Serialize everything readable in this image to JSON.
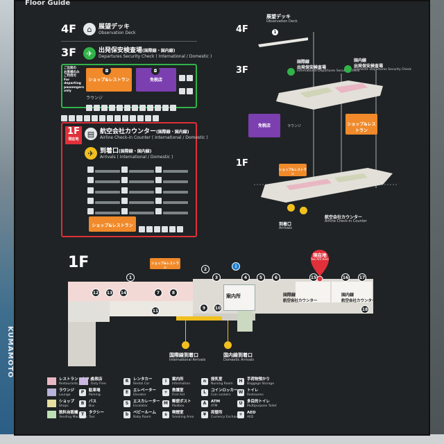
{
  "header": {
    "title": "Floor Guide"
  },
  "backdrop": {
    "side_text": "KUMAMOTO"
  },
  "legend": {
    "f4": {
      "floor": "4F",
      "jp": "展望デッキ",
      "en": "Observation Deck"
    },
    "f3": {
      "floor": "3F",
      "jp": "出発保安検査場",
      "jp_sub": "(国際線・国内線)",
      "en": "Departures Security Check",
      "en_sub": "( International / Domestic )",
      "shop_orange": "ショップ&レストラン",
      "shop_purple": "免税店",
      "lounge": "ラウンジ"
    },
    "f1": {
      "floor": "1F",
      "tag": "現在地",
      "checkin_jp": "航空会社カウンター",
      "checkin_jp_sub": "(国際線・国内線)",
      "checkin_en": "Airline Check-in Counter",
      "checkin_en_sub": "( International / Domestic )",
      "arrivals_jp": "到着口",
      "arrivals_jp_sub": "(国際線・国内線)",
      "arrivals_en": "Arrivals",
      "arrivals_en_sub": "( International / Domestic )",
      "shop_orange": "ショップ&レストラン"
    }
  },
  "isometric": {
    "f4": {
      "floor": "4F",
      "jp": "展望デッキ",
      "en": "Observation Deck"
    },
    "f3": {
      "floor": "3F",
      "jp": "国際線",
      "jp2": "出発保安検査場",
      "en": "International Departures Security Check",
      "jp_dom": "国内線",
      "jp_dom2": "出発保安検査場",
      "en_dom": "Domestic Departures Security Check",
      "duty_free": "免税店",
      "lounge": "ラウンジ",
      "shop": "ショップ&レストラン"
    },
    "f1": {
      "floor": "1F",
      "shop": "ショップ&レストラン",
      "arrivals": "到着口",
      "arrivals_en": "Arrivals",
      "checkin": "航空会社カウンター",
      "checkin_en": "Airline Check-in Counter"
    }
  },
  "main_map": {
    "floor": "1F",
    "you_are_here_jp": "現在地",
    "you_are_here_en": "You Are Here",
    "shop_label": "ショップ&レストラン",
    "info_jp": "案内所",
    "intl_counter_jp": "国際線",
    "intl_counter_jp2": "航空会社カウンター",
    "dom_counter_jp": "国内線",
    "dom_counter_jp2": "航空会社カウンター",
    "intl_arrivals_jp": "国際線到着口",
    "intl_arrivals_en": "International Arrivals",
    "dom_arrivals_jp": "国内線到着口",
    "dom_arrivals_en": "Domestic Arrivals",
    "markers": [
      "1",
      "2",
      "3",
      "4",
      "5",
      "6",
      "7",
      "8",
      "9",
      "10",
      "11",
      "12",
      "13",
      "14",
      "15",
      "16",
      "17",
      "18"
    ]
  },
  "bottom_legend": [
    {
      "jp": "レストラン・カフェ",
      "en": "Restaurants, Cafés",
      "swatch": "#e9b7c3"
    },
    {
      "jp": "ラウンジ",
      "en": "Lounge",
      "swatch": "#b7b2d9"
    },
    {
      "jp": "ショップ",
      "en": "Shops",
      "swatch": "#e7dfa0"
    },
    {
      "jp": "飲料自販機",
      "en": "Vending Machines",
      "swatch": "#bfe0b4"
    },
    {
      "jp": "免税店",
      "en": "Duty Free",
      "swatch": "#c9b8e1"
    },
    {
      "jp": "駐車場",
      "en": "Parking",
      "icon": "P"
    },
    {
      "jp": "バス",
      "en": "Bus",
      "icon": "B"
    },
    {
      "jp": "タクシー",
      "en": "Taxi",
      "icon": "T"
    },
    {
      "jp": "レンタカー",
      "en": "Rental Car",
      "icon": "R"
    },
    {
      "jp": "エレベーター",
      "en": "Elevator",
      "icon": "E"
    },
    {
      "jp": "エスカレーター",
      "en": "Escalator",
      "icon": "S"
    },
    {
      "jp": "ベビールーム",
      "en": "Baby Room",
      "icon": "b"
    },
    {
      "jp": "案内所",
      "en": "Information",
      "icon": "i"
    },
    {
      "jp": "救護室",
      "en": "First Aid",
      "icon": "+"
    },
    {
      "jp": "郵便ポスト",
      "en": "Mailbox",
      "icon": "M"
    },
    {
      "jp": "喫煙室",
      "en": "Smoking Area",
      "icon": "s"
    },
    {
      "jp": "授乳室",
      "en": "Nursing Room",
      "icon": "n"
    },
    {
      "jp": "コインロッカー",
      "en": "Coin Lockers",
      "icon": "L"
    },
    {
      "jp": "ATM",
      "en": "ATM",
      "icon": "A"
    },
    {
      "jp": "両替所",
      "en": "Currency Exchange",
      "icon": "¥"
    },
    {
      "jp": "手荷物預かり",
      "en": "Baggage Storage",
      "icon": "H"
    },
    {
      "jp": "トイレ",
      "en": "Restrooms",
      "icon": "W"
    },
    {
      "jp": "多目的トイレ",
      "en": "Multipurpose Toilet",
      "icon": "U"
    },
    {
      "jp": "AED",
      "en": "AED",
      "icon": "+"
    }
  ]
}
